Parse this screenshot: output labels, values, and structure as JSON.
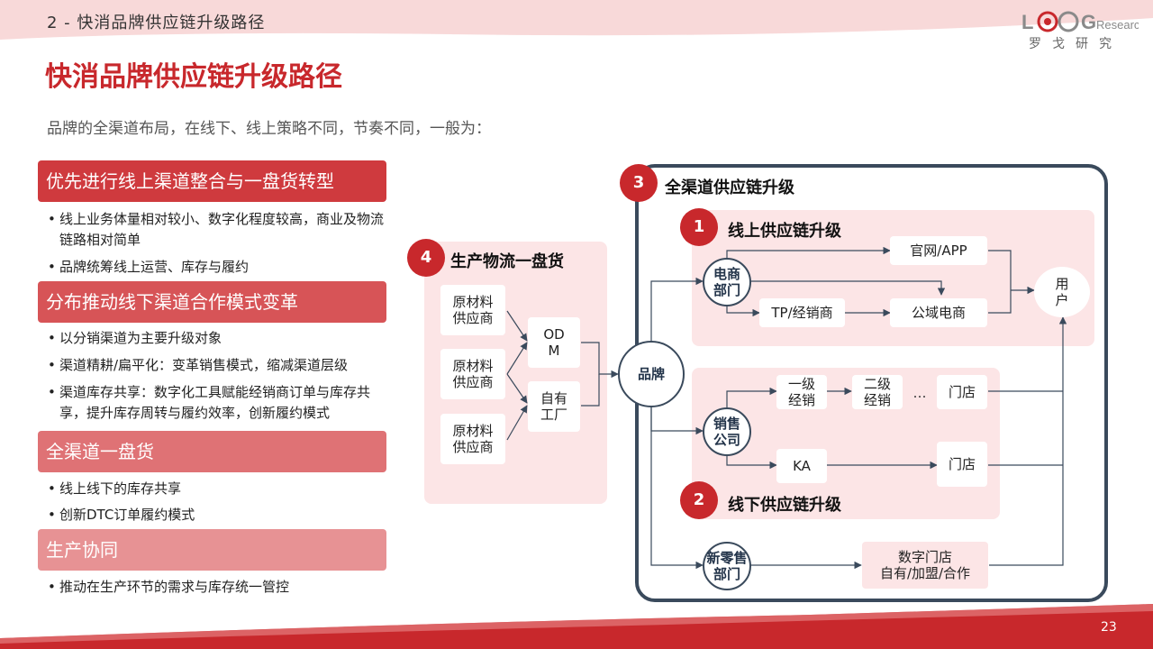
{
  "header": {
    "section_label": "2 - 快消品牌供应链升级路径",
    "logo_text": "罗戈研究",
    "logo_letters": "LOGResearch"
  },
  "title": "快消品牌供应链升级路径",
  "intro": "品牌的全渠道布局，在线下、线上策略不同，节奏不同，一般为：",
  "categories": [
    {
      "label": "优先进行线上渠道整合与一盘货转型",
      "color": "#cf3a3e",
      "bullets": [
        "线上业务体量相对较小、数字化程度较高，商业及物流链路相对简单",
        "品牌统筹线上运营、库存与履约"
      ]
    },
    {
      "label": "分布推动线下渠道合作模式变革",
      "color": "#d75457",
      "bullets": [
        "以分销渠道为主要升级对象",
        "渠道精耕/扁平化：变革销售模式，缩减渠道层级",
        "渠道库存共享：数字化工具赋能经销商订单与库存共享，提升库存周转与履约效率，创新履约模式"
      ]
    },
    {
      "label": "全渠道一盘货",
      "color": "#df7275",
      "bullets": [
        "线上线下的库存共享",
        "创新DTC订单履约模式"
      ]
    },
    {
      "label": "生产协同",
      "color": "#e79294",
      "bullets": [
        "推动在生产环节的需求与库存统一管控"
      ]
    }
  ],
  "diagram": {
    "zone3": {
      "num": "3",
      "title": "全渠道供应链升级"
    },
    "zone1": {
      "num": "1",
      "title": "线上供应链升级"
    },
    "zone2": {
      "num": "2",
      "title": "线下供应链升级"
    },
    "zone4": {
      "num": "4",
      "title": "生产物流一盘货"
    },
    "raw1": "原材料\n供应商",
    "raw2": "原材料\n供应商",
    "raw3": "原材料\n供应商",
    "odm": "OD\nM",
    "own_factory": "自有\n工厂",
    "brand": "品牌",
    "ecom_dept": "电商\n部门",
    "sales_co": "销售\n公司",
    "new_retail": "新零售\n部门",
    "official_app": "官网/APP",
    "tp_dealer": "TP/经销商",
    "public_ecom": "公域电商",
    "user": "用\n户",
    "first_dist": "一级\n经销",
    "second_dist": "二级\n经销",
    "ellipsis": "…",
    "store1": "门店",
    "ka": "KA",
    "store2": "门店",
    "digital_store": "数字门店\n自有/加盟/合作"
  },
  "colors": {
    "accent": "#c8282c",
    "frame": "#3a4a5c",
    "pink_zone": "#fce5e6"
  },
  "page_number": "23"
}
